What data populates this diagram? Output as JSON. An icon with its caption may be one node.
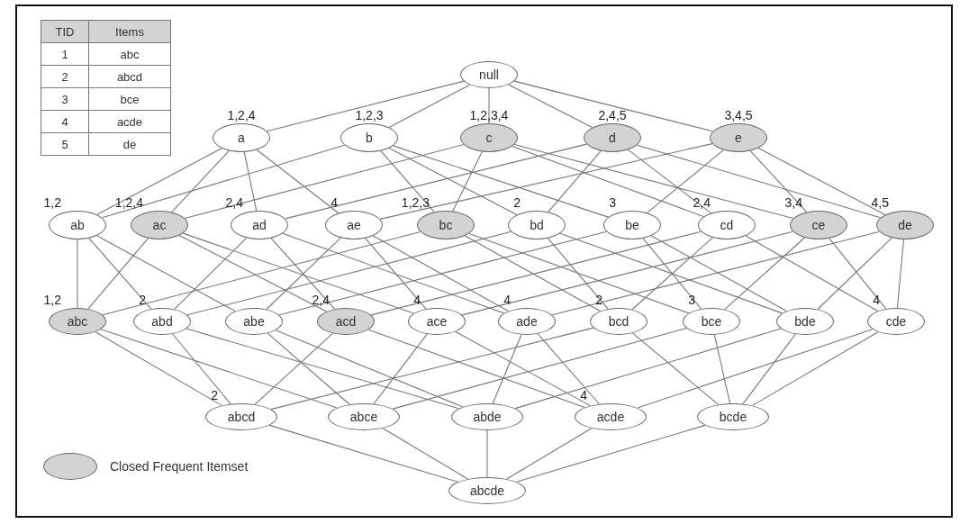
{
  "diagram": {
    "nodes": [
      {
        "text": [
          "null"
        ]
      },
      {
        "text": [
          "a"
        ],
        "beside": [
          "1,2,4"
        ]
      },
      {
        "text": [
          "b"
        ],
        "beside": [
          "1,2,3"
        ]
      },
      {
        "text": [
          "c"
        ],
        "beside": [
          "1,2,3,4"
        ]
      },
      {
        "text": [
          "d"
        ],
        "beside": [
          "2,4,5"
        ]
      },
      {
        "text": [
          "e"
        ],
        "beside": [
          "3,4,5"
        ]
      },
      {
        "text": [
          "ab"
        ],
        "beside": [
          "1,2"
        ]
      },
      {
        "text": [
          "ac"
        ],
        "beside": [
          "1,2,4"
        ]
      },
      {
        "text": [
          "ad"
        ],
        "beside": [
          "2,4"
        ]
      },
      {
        "text": [
          "ae"
        ],
        "beside": [
          "4"
        ]
      },
      {
        "text": [
          "bc"
        ],
        "beside": [
          "1,2,3"
        ]
      },
      {
        "text": [
          "bd"
        ],
        "beside": [
          "2"
        ]
      },
      {
        "text": [
          "be"
        ],
        "beside": [
          "3"
        ]
      },
      {
        "text": [
          "cd"
        ],
        "beside": [
          "2,4"
        ]
      },
      {
        "text": [
          "ce"
        ],
        "beside": [
          "3,4"
        ]
      },
      {
        "text": [
          "de"
        ],
        "beside": [
          "4,5"
        ]
      },
      {
        "text": [
          "abc"
        ],
        "beside": [
          "1,2"
        ]
      },
      {
        "text": [
          "abd"
        ],
        "beside": [
          "2"
        ]
      },
      {
        "text": [
          "abe"
        ]
      },
      {
        "text": [
          "acd"
        ],
        "beside": [
          "2,4"
        ]
      },
      {
        "text": [
          "ace"
        ],
        "beside": [
          "4"
        ]
      },
      {
        "text": [
          "ade"
        ],
        "beside": [
          "4"
        ]
      },
      {
        "text": [
          "bcd"
        ],
        "beside": [
          "2"
        ]
      },
      {
        "text": [
          "bce"
        ],
        "beside": [
          "3"
        ]
      },
      {
        "text": [
          "bde"
        ]
      },
      {
        "text": [
          "cde"
        ],
        "beside": [
          "4"
        ]
      },
      {
        "text": [
          "abcd"
        ],
        "beside": [
          "2"
        ]
      },
      {
        "text": [
          "abce"
        ]
      },
      {
        "text": [
          "abde"
        ]
      },
      {
        "text": [
          "acde"
        ],
        "beside": [
          "4"
        ]
      },
      {
        "text": [
          "bcde"
        ]
      },
      {
        "text": [
          "abcde"
        ]
      }
    ],
    "edges": [
      {
        "from": 0,
        "to": 1,
        "arrow": "none"
      },
      {
        "from": 0,
        "to": 2,
        "arrow": "none"
      },
      {
        "from": 0,
        "to": 3,
        "arrow": "none"
      },
      {
        "from": 0,
        "to": 4,
        "arrow": "none"
      },
      {
        "from": 0,
        "to": 5,
        "arrow": "none"
      },
      {
        "from": 1,
        "to": 6,
        "arrow": "none"
      },
      {
        "from": 1,
        "to": 7,
        "arrow": "none"
      },
      {
        "from": 1,
        "to": 8,
        "arrow": "none"
      },
      {
        "from": 1,
        "to": 9,
        "arrow": "none"
      },
      {
        "from": 2,
        "to": 6,
        "arrow": "none"
      },
      {
        "from": 2,
        "to": 10,
        "arrow": "none"
      },
      {
        "from": 2,
        "to": 11,
        "arrow": "none"
      },
      {
        "from": 2,
        "to": 12,
        "arrow": "none"
      },
      {
        "from": 3,
        "to": 7,
        "arrow": "none"
      },
      {
        "from": 3,
        "to": 10,
        "arrow": "none"
      },
      {
        "from": 3,
        "to": 13,
        "arrow": "none"
      },
      {
        "from": 3,
        "to": 14,
        "arrow": "none"
      },
      {
        "from": 4,
        "to": 8,
        "arrow": "none"
      },
      {
        "from": 4,
        "to": 11,
        "arrow": "none"
      },
      {
        "from": 4,
        "to": 13,
        "arrow": "none"
      },
      {
        "from": 4,
        "to": 15,
        "arrow": "none"
      },
      {
        "from": 5,
        "to": 9,
        "arrow": "none"
      },
      {
        "from": 5,
        "to": 12,
        "arrow": "none"
      },
      {
        "from": 5,
        "to": 14,
        "arrow": "none"
      },
      {
        "from": 5,
        "to": 15,
        "arrow": "none"
      },
      {
        "from": 6,
        "to": 16,
        "arrow": "none"
      },
      {
        "from": 6,
        "to": 17,
        "arrow": "none"
      },
      {
        "from": 6,
        "to": 18,
        "arrow": "none"
      },
      {
        "from": 7,
        "to": 16,
        "arrow": "none"
      },
      {
        "from": 7,
        "to": 19,
        "arrow": "none"
      },
      {
        "from": 7,
        "to": 20,
        "arrow": "none"
      },
      {
        "from": 8,
        "to": 17,
        "arrow": "none"
      },
      {
        "from": 8,
        "to": 19,
        "arrow": "none"
      },
      {
        "from": 8,
        "to": 21,
        "arrow": "none"
      },
      {
        "from": 9,
        "to": 18,
        "arrow": "none"
      },
      {
        "from": 9,
        "to": 20,
        "arrow": "none"
      },
      {
        "from": 9,
        "to": 21,
        "arrow": "none"
      },
      {
        "from": 10,
        "to": 16,
        "arrow": "none"
      },
      {
        "from": 10,
        "to": 22,
        "arrow": "none"
      },
      {
        "from": 10,
        "to": 23,
        "arrow": "none"
      },
      {
        "from": 11,
        "to": 17,
        "arrow": "none"
      },
      {
        "from": 11,
        "to": 22,
        "arrow": "none"
      },
      {
        "from": 11,
        "to": 24,
        "arrow": "none"
      },
      {
        "from": 12,
        "to": 18,
        "arrow": "none"
      },
      {
        "from": 12,
        "to": 23,
        "arrow": "none"
      },
      {
        "from": 12,
        "to": 24,
        "arrow": "none"
      },
      {
        "from": 13,
        "to": 19,
        "arrow": "none"
      },
      {
        "from": 13,
        "to": 22,
        "arrow": "none"
      },
      {
        "from": 13,
        "to": 25,
        "arrow": "none"
      },
      {
        "from": 14,
        "to": 20,
        "arrow": "none"
      },
      {
        "from": 14,
        "to": 23,
        "arrow": "none"
      },
      {
        "from": 14,
        "to": 25,
        "arrow": "none"
      },
      {
        "from": 15,
        "to": 21,
        "arrow": "none"
      },
      {
        "from": 15,
        "to": 24,
        "arrow": "none"
      },
      {
        "from": 15,
        "to": 25,
        "arrow": "none"
      },
      {
        "from": 16,
        "to": 26,
        "arrow": "none"
      },
      {
        "from": 16,
        "to": 27,
        "arrow": "none"
      },
      {
        "from": 17,
        "to": 26,
        "arrow": "none"
      },
      {
        "from": 17,
        "to": 28,
        "arrow": "none"
      },
      {
        "from": 18,
        "to": 27,
        "arrow": "none"
      },
      {
        "from": 18,
        "to": 28,
        "arrow": "none"
      },
      {
        "from": 19,
        "to": 26,
        "arrow": "none"
      },
      {
        "from": 19,
        "to": 29,
        "arrow": "none"
      },
      {
        "from": 20,
        "to": 27,
        "arrow": "none"
      },
      {
        "from": 20,
        "to": 29,
        "arrow": "none"
      },
      {
        "from": 21,
        "to": 28,
        "arrow": "none"
      },
      {
        "from": 21,
        "to": 29,
        "arrow": "none"
      },
      {
        "from": 22,
        "to": 26,
        "arrow": "none"
      },
      {
        "from": 22,
        "to": 30,
        "arrow": "none"
      },
      {
        "from": 23,
        "to": 27,
        "arrow": "none"
      },
      {
        "from": 23,
        "to": 30,
        "arrow": "none"
      },
      {
        "from": 24,
        "to": 28,
        "arrow": "none"
      },
      {
        "from": 24,
        "to": 30,
        "arrow": "none"
      },
      {
        "from": 25,
        "to": 29,
        "arrow": "none"
      },
      {
        "from": 25,
        "to": 30,
        "arrow": "none"
      },
      {
        "from": 26,
        "to": 31,
        "arrow": "none"
      },
      {
        "from": 27,
        "to": 31,
        "arrow": "none"
      },
      {
        "from": 28,
        "to": 31,
        "arrow": "none"
      },
      {
        "from": 29,
        "to": 31,
        "arrow": "none"
      },
      {
        "from": 30,
        "to": 31,
        "arrow": "none"
      }
    ],
    "labels": [
      "TID",
      "Items",
      "1",
      "abc",
      "2",
      "abcd",
      "3",
      "bce",
      "4",
      "acde",
      "5",
      "de"
    ],
    "legend": [
      {
        "text": "Closed Frequent Itemset",
        "color": "#d3d3d3"
      }
    ]
  }
}
